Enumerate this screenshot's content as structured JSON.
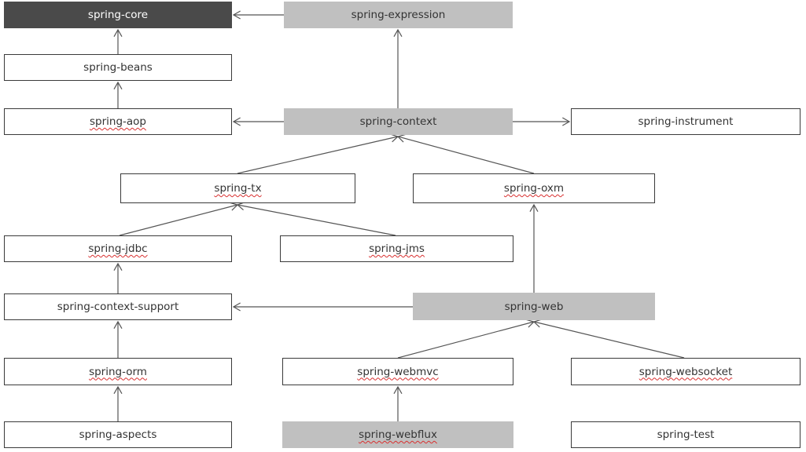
{
  "colors": {
    "dark": "#4a4a4a",
    "gray": "#c0c0c0",
    "line": "#555555",
    "spellcheck": "#d93030"
  },
  "nodes": [
    {
      "id": "spring-core",
      "label": "spring-core",
      "style": "dark"
    },
    {
      "id": "spring-expression",
      "label": "spring-expression",
      "style": "gray"
    },
    {
      "id": "spring-beans",
      "label": "spring-beans",
      "style": "white"
    },
    {
      "id": "spring-aop",
      "label": "spring-aop",
      "style": "white",
      "spellcheck": true
    },
    {
      "id": "spring-context",
      "label": "spring-context",
      "style": "gray"
    },
    {
      "id": "spring-instrument",
      "label": "spring-instrument",
      "style": "white"
    },
    {
      "id": "spring-tx",
      "label": "spring-tx",
      "style": "white",
      "spellcheck": true
    },
    {
      "id": "spring-oxm",
      "label": "spring-oxm",
      "style": "white",
      "spellcheck": true
    },
    {
      "id": "spring-jdbc",
      "label": "spring-jdbc",
      "style": "white",
      "spellcheck": true
    },
    {
      "id": "spring-jms",
      "label": "spring-jms",
      "style": "white",
      "spellcheck": true
    },
    {
      "id": "spring-context-support",
      "label": "spring-context-support",
      "style": "white"
    },
    {
      "id": "spring-web",
      "label": "spring-web",
      "style": "gray"
    },
    {
      "id": "spring-orm",
      "label": "spring-orm",
      "style": "white",
      "spellcheck": true
    },
    {
      "id": "spring-webmvc",
      "label": "spring-webmvc",
      "style": "white",
      "spellcheck": true
    },
    {
      "id": "spring-websocket",
      "label": "spring-websocket",
      "style": "white",
      "spellcheck": true
    },
    {
      "id": "spring-aspects",
      "label": "spring-aspects",
      "style": "white"
    },
    {
      "id": "spring-webflux",
      "label": "spring-webflux",
      "style": "gray",
      "spellcheck": true
    },
    {
      "id": "spring-test",
      "label": "spring-test",
      "style": "white"
    }
  ],
  "edges": [
    {
      "from": "spring-expression",
      "to": "spring-core"
    },
    {
      "from": "spring-beans",
      "to": "spring-core"
    },
    {
      "from": "spring-aop",
      "to": "spring-beans"
    },
    {
      "from": "spring-context",
      "to": "spring-aop"
    },
    {
      "from": "spring-context",
      "to": "spring-expression"
    },
    {
      "from": "spring-context",
      "to": "spring-instrument"
    },
    {
      "from": "spring-tx",
      "to": "spring-context"
    },
    {
      "from": "spring-oxm",
      "to": "spring-context"
    },
    {
      "from": "spring-jdbc",
      "to": "spring-tx"
    },
    {
      "from": "spring-jms",
      "to": "spring-tx"
    },
    {
      "from": "spring-context-support",
      "to": "spring-jdbc"
    },
    {
      "from": "spring-web",
      "to": "spring-context-support"
    },
    {
      "from": "spring-web",
      "to": "spring-oxm"
    },
    {
      "from": "spring-orm",
      "to": "spring-context-support"
    },
    {
      "from": "spring-webmvc",
      "to": "spring-web"
    },
    {
      "from": "spring-websocket",
      "to": "spring-web"
    },
    {
      "from": "spring-aspects",
      "to": "spring-orm"
    },
    {
      "from": "spring-webflux",
      "to": "spring-webmvc"
    }
  ]
}
